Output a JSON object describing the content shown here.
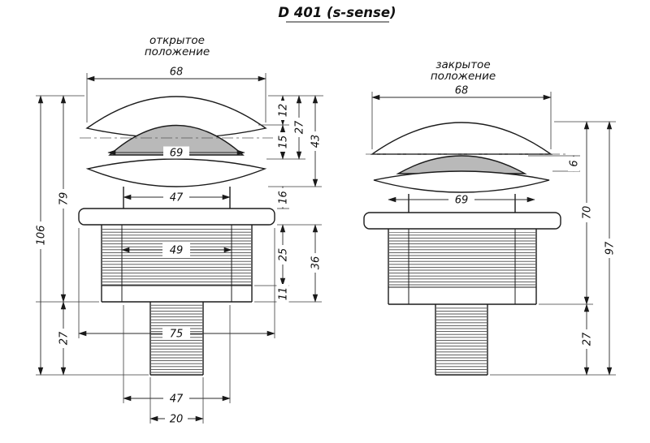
{
  "title": "D 401 (s-sense)",
  "left_view": {
    "caption_line1": "открытое",
    "caption_line2": "положение",
    "dims": {
      "top_diameter": "68",
      "plug_diameter": "69",
      "neck_diameter": "47",
      "bore_diameter": "49",
      "flange_diameter": "75",
      "lower_diameter": "47",
      "stem_diameter": "20",
      "cap_height": "12",
      "cap_gap": "15",
      "head_height": "27",
      "head_total": "43",
      "neck_height": "16",
      "thread_height": "25",
      "collar_height": "11",
      "lower_body_height": "36",
      "upper_height": "79",
      "stem_height": "27",
      "total_height": "106"
    }
  },
  "right_view": {
    "caption_line1": "закрытое",
    "caption_line2": "положение",
    "dims": {
      "top_diameter": "68",
      "cap_gap": "6",
      "plug_diameter": "69",
      "body_height": "70",
      "total_height": "97",
      "stem_height": "27"
    }
  }
}
